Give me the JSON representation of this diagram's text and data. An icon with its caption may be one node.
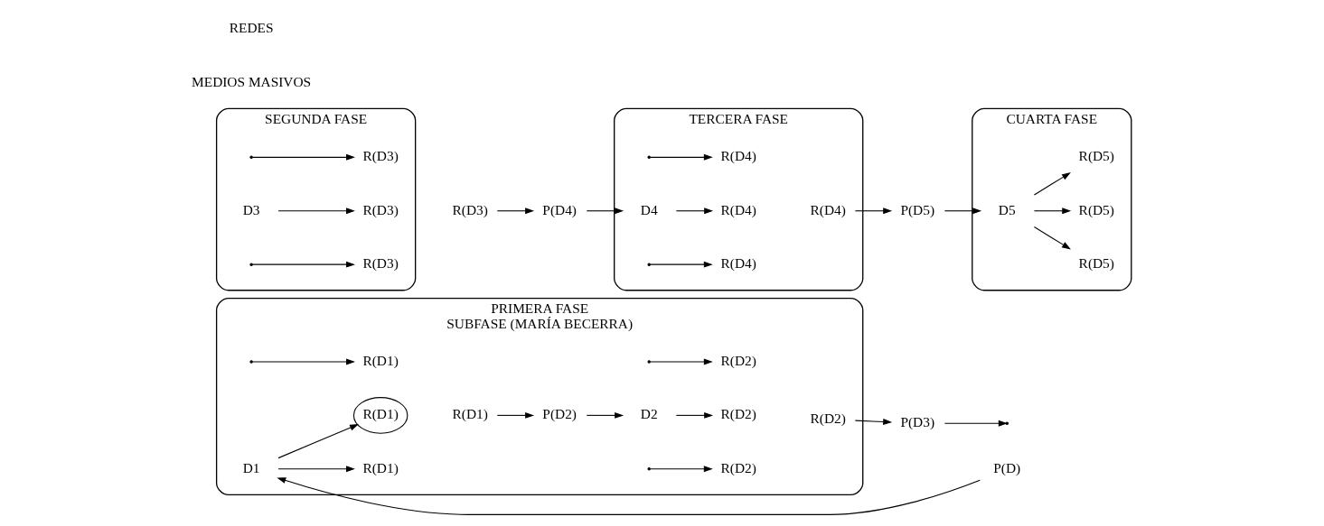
{
  "diagram": {
    "nodes": [
      {
        "text": [
          "PRIMERA FASE",
          "SUBFASE (MARÍA BECERRA)"
        ]
      },
      {
        "text": [
          "D1"
        ],
        "in": 0
      },
      {
        "text": [
          "R(D1)"
        ],
        "in": 0
      },
      {
        "text": [
          "R(D1)"
        ],
        "in": 0
      },
      {
        "text": [
          "R(D1)"
        ],
        "in": 0
      },
      {
        "text": [
          "R(D1)"
        ],
        "in": 0
      },
      {
        "text": [
          "P(D2)"
        ],
        "in": 0
      },
      {
        "text": [
          "D2"
        ],
        "in": 0
      },
      {
        "text": [
          "R(D2)"
        ],
        "in": 0
      },
      {
        "text": [
          "R(D2)"
        ],
        "in": 0
      },
      {
        "text": [
          "R(D2)"
        ],
        "in": 0
      },
      {
        "text": [
          "R(D2)"
        ],
        "in": 0
      },
      {
        "text": [
          "P(D3)"
        ]
      },
      {
        "text": [
          "P(D)"
        ]
      },
      {
        "text": [
          "SEGUNDA FASE"
        ]
      },
      {
        "text": [
          "D3"
        ],
        "in": 14
      },
      {
        "text": [
          "R(D3)"
        ],
        "in": 14
      },
      {
        "text": [
          "R(D3)"
        ],
        "in": 14
      },
      {
        "text": [
          "R(D3)"
        ],
        "in": 14
      },
      {
        "text": [
          "R(D3)"
        ]
      },
      {
        "text": [
          "P(D4)"
        ]
      },
      {
        "text": [
          "TERCERA FASE"
        ]
      },
      {
        "text": [
          "D4"
        ],
        "in": 21
      },
      {
        "text": [
          "R(D4)"
        ],
        "in": 21
      },
      {
        "text": [
          "R(D4)"
        ],
        "in": 21
      },
      {
        "text": [
          "R(D4)"
        ],
        "in": 21
      },
      {
        "text": [
          "R(D4)"
        ],
        "in": 21
      },
      {
        "text": [
          "P(D5)"
        ]
      },
      {
        "text": [
          "CUARTA FASE"
        ]
      },
      {
        "text": [
          "D5"
        ],
        "in": 28
      },
      {
        "text": [
          "R(D5)"
        ],
        "in": 28
      },
      {
        "text": [
          "R(D5)"
        ],
        "in": 28
      },
      {
        "text": [
          "R(D5)"
        ],
        "in": 28
      }
    ],
    "edges": [
      {
        "from": 13,
        "to": 1,
        "arrow": "to"
      },
      {
        "from": 1,
        "to": 2,
        "arrow": "to"
      },
      {
        "from": 1,
        "to": 3,
        "arrow": "to"
      },
      {
        "from": null,
        "to": 4,
        "arrow": "to"
      },
      {
        "from": 5,
        "to": 6,
        "arrow": "to"
      },
      {
        "from": 6,
        "to": 7,
        "arrow": "to"
      },
      {
        "from": 7,
        "to": 8,
        "arrow": "to"
      },
      {
        "from": null,
        "to": 9,
        "arrow": "to"
      },
      {
        "from": null,
        "to": 10,
        "arrow": "to"
      },
      {
        "from": 11,
        "to": 12,
        "arrow": "to"
      },
      {
        "from": 12,
        "to": null,
        "arrow": "to"
      },
      {
        "from": 15,
        "to": 16,
        "arrow": "to"
      },
      {
        "from": null,
        "to": 17,
        "arrow": "to"
      },
      {
        "from": null,
        "to": 18,
        "arrow": "to"
      },
      {
        "from": 19,
        "to": 20,
        "arrow": "to"
      },
      {
        "from": 20,
        "to": 22,
        "arrow": "to"
      },
      {
        "from": 22,
        "to": 23,
        "arrow": "to"
      },
      {
        "from": null,
        "to": 24,
        "arrow": "to"
      },
      {
        "from": null,
        "to": 25,
        "arrow": "to"
      },
      {
        "from": 26,
        "to": 27,
        "arrow": "to"
      },
      {
        "from": 27,
        "to": 29,
        "arrow": "to"
      },
      {
        "from": 29,
        "to": 30,
        "arrow": "to"
      },
      {
        "from": 29,
        "to": 31,
        "arrow": "to"
      },
      {
        "from": 29,
        "to": 32,
        "arrow": "to"
      }
    ],
    "labels": [
      "MEDIOS MASIVOS",
      "REDES"
    ]
  }
}
